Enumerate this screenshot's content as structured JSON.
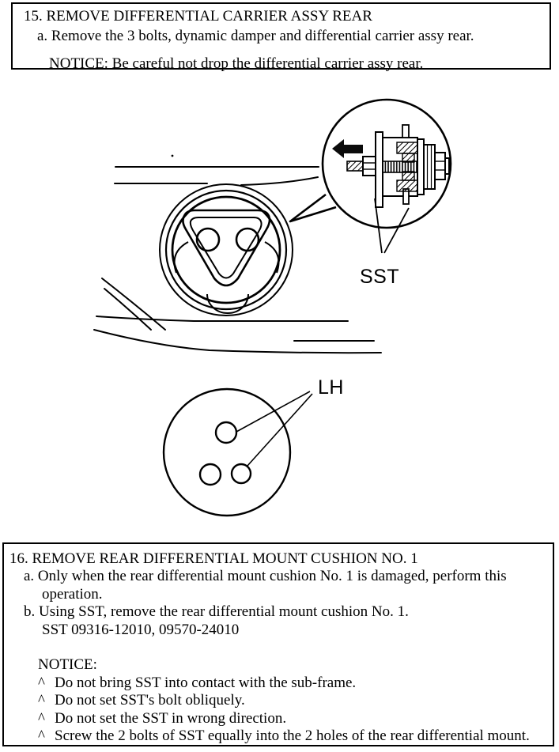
{
  "page": {
    "paper_color": "#ffffff",
    "ink_color": "#000000"
  },
  "step15": {
    "title": "15. REMOVE DIFFERENTIAL CARRIER ASSY REAR",
    "step_a": "a. Remove the 3 bolts, dynamic damper and differential carrier assy rear.",
    "notice": "NOTICE: Be careful not drop the differential carrier assy rear."
  },
  "figure1": {
    "callout_label": "SST"
  },
  "figure2": {
    "label": "LH"
  },
  "step16": {
    "title": "16. REMOVE REAR DIFFERENTIAL MOUNT CUSHION NO. 1",
    "step_a_line1": "a. Only when the rear differential mount cushion No. 1 is damaged, perform this",
    "step_a_line2": "operation.",
    "step_b": "b. Using SST, remove the rear differential mount cushion No. 1.",
    "sst_numbers": "SST 09316-12010, 09570-24010",
    "notice_heading": "NOTICE:",
    "bullet_char": "^",
    "notice_items": [
      "Do not bring SST into contact with the sub-frame.",
      "Do not set SST's bolt obliquely.",
      "Do not set the SST in wrong direction.",
      "Screw the 2 bolts of SST equally into the 2 holes of the rear differential mount."
    ]
  }
}
